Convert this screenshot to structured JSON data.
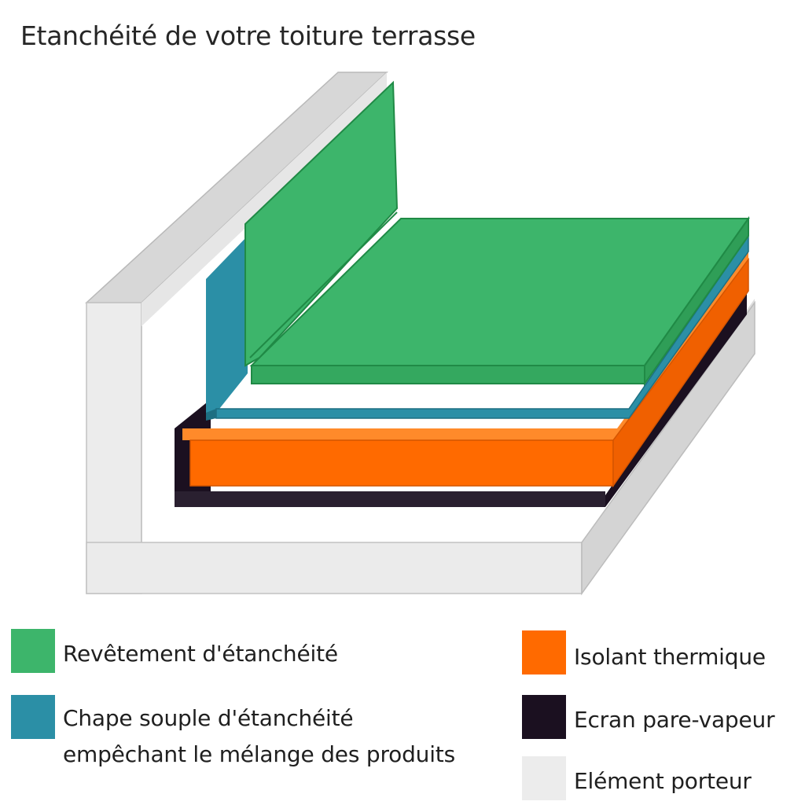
{
  "title": "Etanchéité de votre toiture terrasse",
  "colors": {
    "revetement": "#3db56b",
    "chape": "#2b8fa6",
    "isolant": "#ff6a00",
    "pare_vapeur": "#1b1020",
    "porteur": "#ececec"
  },
  "legend": [
    {
      "key": "revetement",
      "lines": [
        "Revêtement d'étanchéité"
      ]
    },
    {
      "key": "chape",
      "lines": [
        "Chape souple d'étanchéité",
        "empêchant le mélange des produits"
      ]
    },
    {
      "key": "isolant",
      "lines": [
        "Isolant thermique"
      ]
    },
    {
      "key": "pare_vapeur",
      "lines": [
        "Ecran pare-vapeur"
      ]
    },
    {
      "key": "porteur",
      "lines": [
        "Elément porteur"
      ]
    }
  ]
}
